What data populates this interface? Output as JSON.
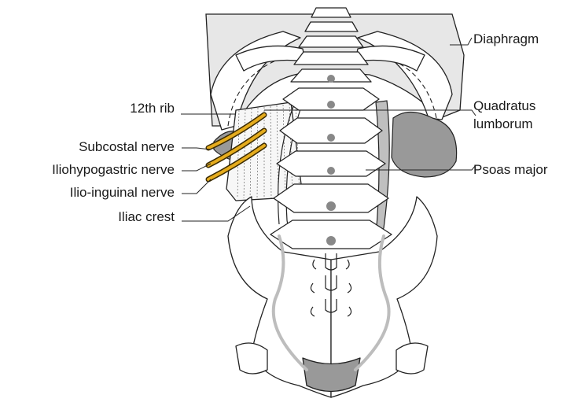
{
  "labels": {
    "diaphragm": "Diaphragm",
    "quadratus_line1": "Quadratus",
    "quadratus_line2": "lumborum",
    "psoas_major": "Psoas major",
    "rib12": "12th rib",
    "subcostal": "Subcostal nerve",
    "iliohypogastric": "Iliohypogastric nerve",
    "ilioinguinal": "Ilio-inguinal nerve",
    "iliac_crest": "Iliac crest"
  },
  "colors": {
    "nerve": "#e5ac1e",
    "muscle": "#999999",
    "diaphragm": "#e7e7e7"
  }
}
